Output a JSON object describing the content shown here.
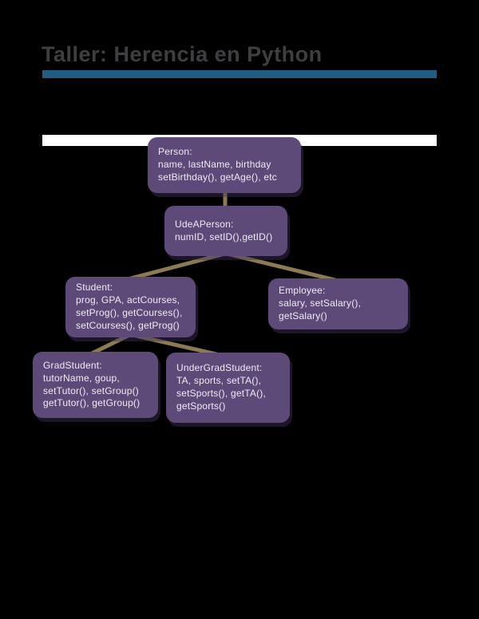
{
  "page": {
    "background": "#000000",
    "title": "Taller: Herencia en Python",
    "title_color": "#3f3f42",
    "accent_bar_color": "#205d82",
    "white_band_color": "#ffffff"
  },
  "diagram": {
    "node_fill": "#5d4a78",
    "node_text_color": "#f0ebf5",
    "connector_color": "#8c7b51",
    "nodes": [
      {
        "id": "person",
        "label": "Person:",
        "body": "name, lastName, birthday\nsetBirthday(), getAge(), etc"
      },
      {
        "id": "udeaperson",
        "label": "UdeAPerson:",
        "body": "numID, setID(),getID()"
      },
      {
        "id": "student",
        "label": "Student:",
        "body": "prog, GPA, actCourses,\nsetProg(), getCourses(),\nsetCourses(), getProg()"
      },
      {
        "id": "employee",
        "label": "Employee:",
        "body": "salary, setSalary(),\ngetSalary()"
      },
      {
        "id": "gradstudent",
        "label": "GradStudent:",
        "body": "tutorName, goup,\nsetTutor(), setGroup()\ngetTutor(), getGroup()"
      },
      {
        "id": "undergradstudent",
        "label": "UnderGradStudent:",
        "body": "TA, sports, setTA(),\nsetSports(), getTA(),\ngetSports()"
      }
    ],
    "edges": [
      {
        "from": "Person",
        "to": "UdeAPerson"
      },
      {
        "from": "UdeAPerson",
        "to": "Student"
      },
      {
        "from": "UdeAPerson",
        "to": "Employee"
      },
      {
        "from": "Student",
        "to": "GradStudent"
      },
      {
        "from": "Student",
        "to": "UnderGradStudent"
      }
    ]
  }
}
